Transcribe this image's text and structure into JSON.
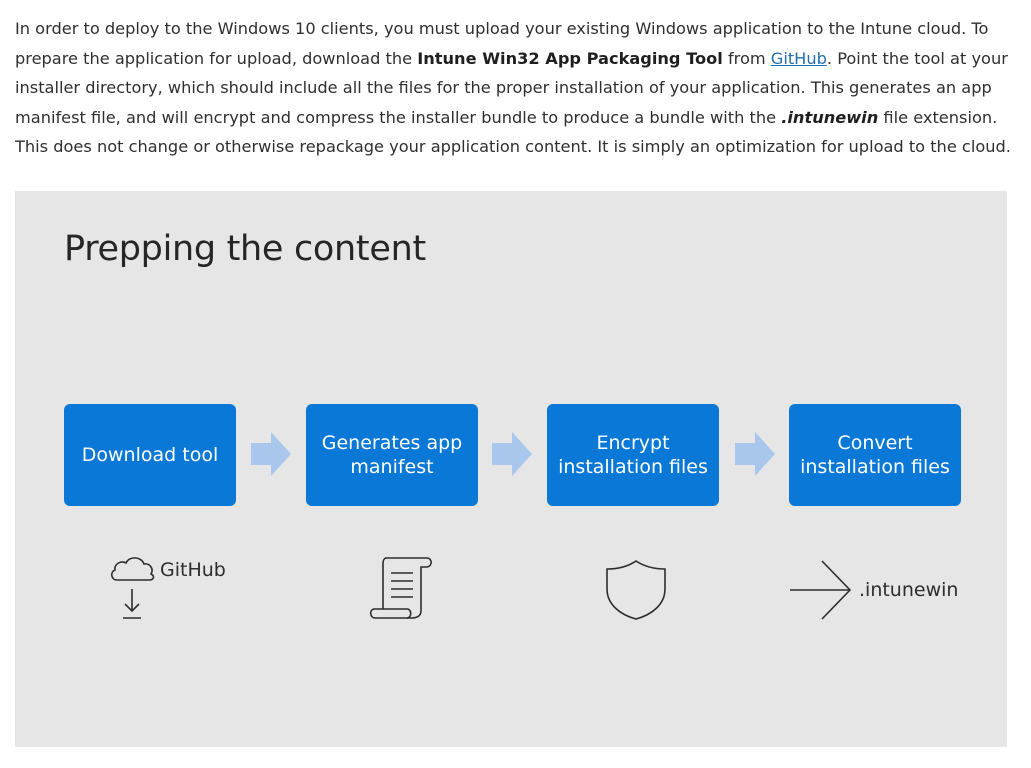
{
  "intro": {
    "part1": "In order to deploy to the Windows 10 clients, you must upload your existing Windows application to the Intune cloud. To prepare the application for upload, download the ",
    "tool_name": "Intune Win32 App Packaging Tool",
    "part2": " from ",
    "link_text": "GitHub",
    "part3": ". Point the tool at your installer directory, which should include all the files for the proper installation of your application. This generates an app manifest file, and will encrypt and compress the installer bundle to produce a bundle with the ",
    "extension": ".intunewin",
    "part4": " file extension. This does not change or otherwise repackage your application content. It is simply an optimization for upload to the cloud."
  },
  "figure": {
    "title": "Prepping the content",
    "steps": [
      {
        "label": "Download tool",
        "icon": "cloud-download-icon",
        "icon_label": "GitHub"
      },
      {
        "label": "Generates app manifest",
        "icon": "scroll-icon",
        "icon_label": ""
      },
      {
        "label": "Encrypt installation files",
        "icon": "shield-icon",
        "icon_label": ""
      },
      {
        "label": "Convert installation files",
        "icon": "arrow-right-icon",
        "icon_label": ".intunewin"
      }
    ],
    "colors": {
      "step_bg": "#0a78d6",
      "arrow": "#a9c7ec",
      "figure_bg": "#e6e6e6"
    }
  }
}
